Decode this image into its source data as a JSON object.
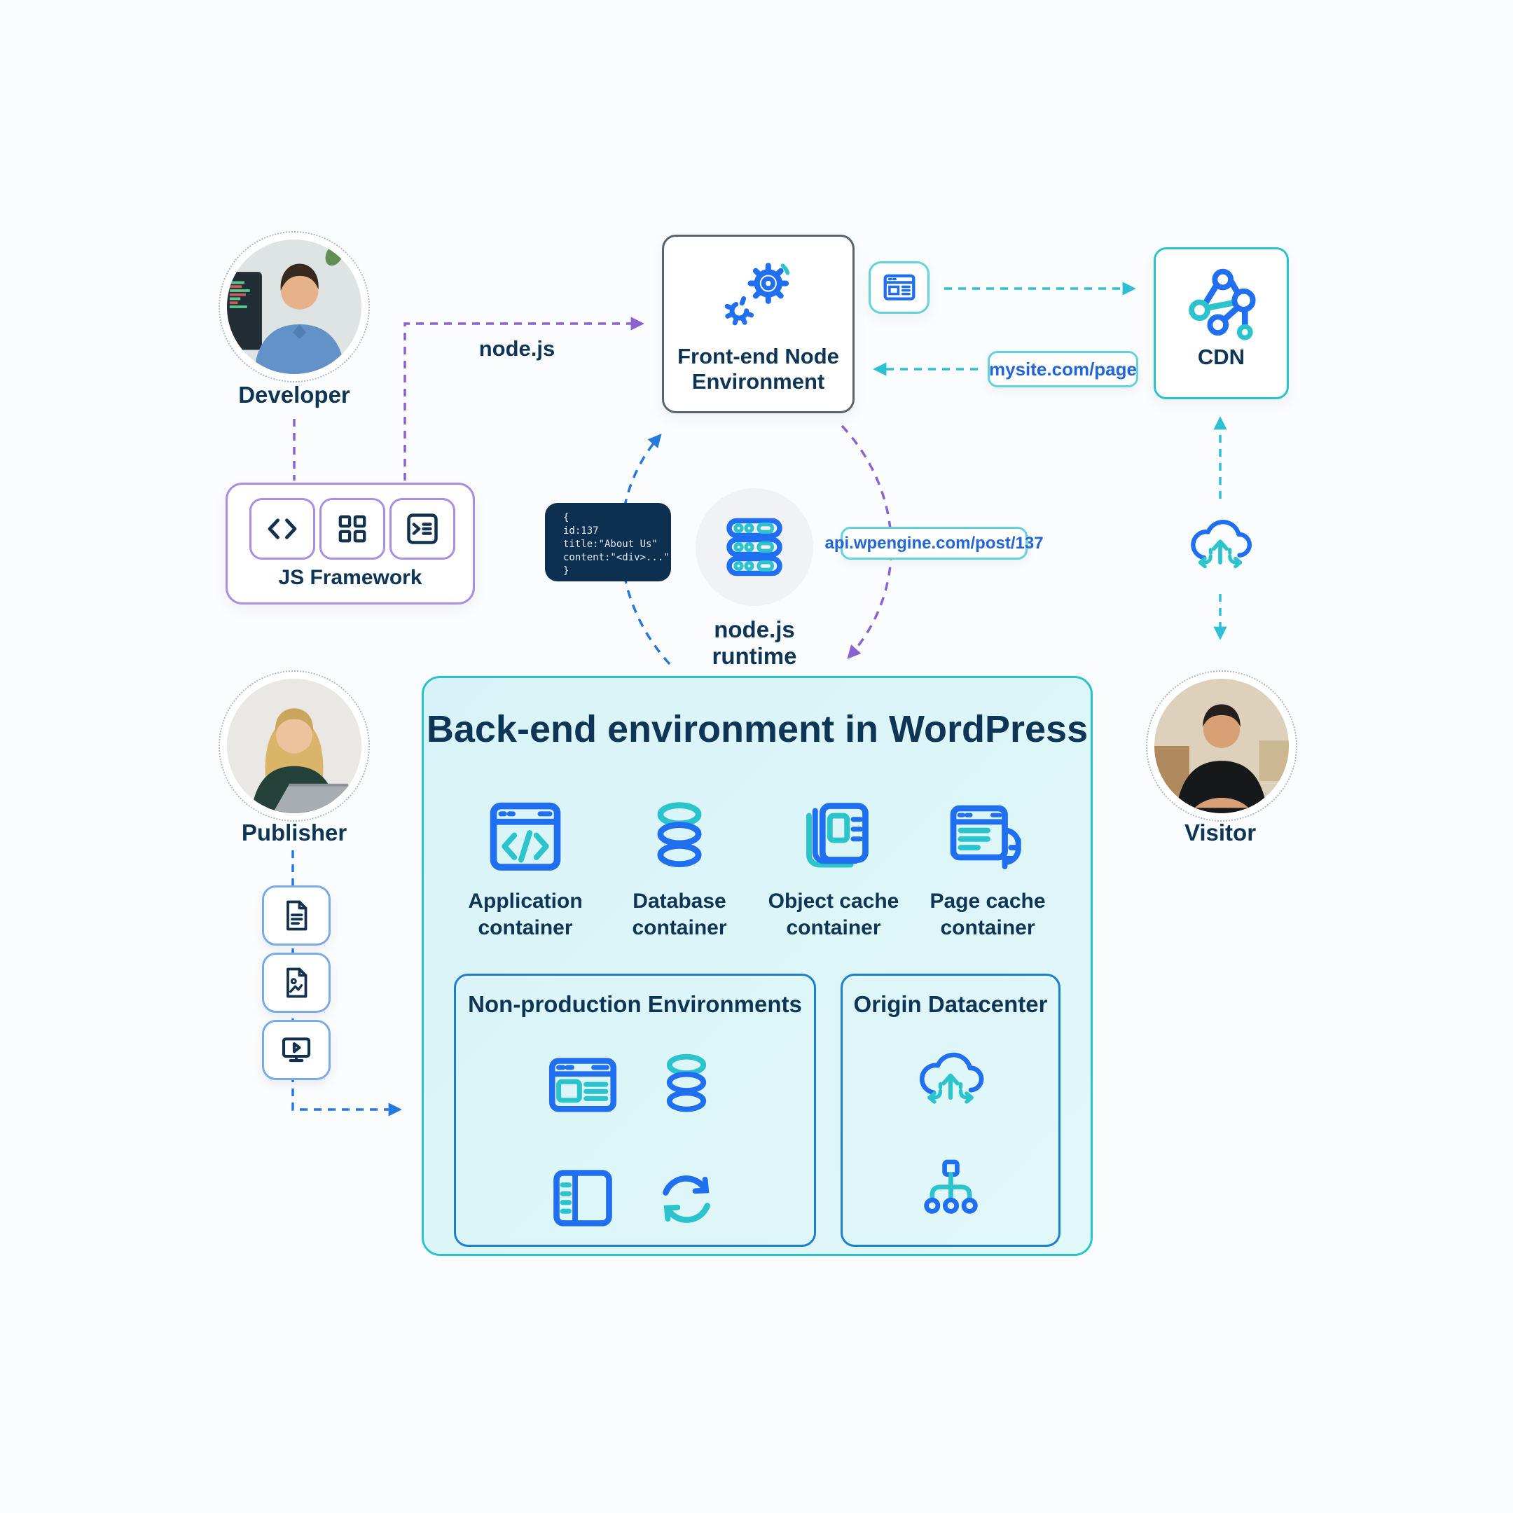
{
  "canvas": {
    "background": "#fbfcfd",
    "colors": {
      "navy": "#0e3456",
      "blue": "#1f6ff0",
      "teal": "#2cc4cc",
      "purple": "#8a63d2",
      "arrow_blue": "#2478e0",
      "arrow_teal": "#2fbfd4",
      "backend_fill": "#dcf4f7",
      "code_bg": "#0e3050",
      "pill_border": "#62d3dd",
      "pill_text": "#2166d9",
      "subbox_border": "#1d7fd4"
    }
  },
  "actors": {
    "developer": {
      "label": "Developer",
      "avatar": "developer-photo"
    },
    "publisher": {
      "label": "Publisher",
      "avatar": "publisher-photo"
    },
    "visitor": {
      "label": "Visitor",
      "avatar": "visitor-photo"
    }
  },
  "js_framework": {
    "label": "JS Framework",
    "icons": [
      "code-icon",
      "grid-icon",
      "terminal-icon"
    ]
  },
  "frontend": {
    "label_line1": "Front-end Node",
    "label_line2": "Environment",
    "icon": "gears-icon"
  },
  "browser_chip": {
    "icon": "browser-window-icon"
  },
  "cdn": {
    "label": "CDN",
    "icon": "network-nodes-icon"
  },
  "runtime": {
    "label_line1": "node.js",
    "label_line2": "runtime",
    "icon": "server-stack-icon"
  },
  "edge_labels": {
    "nodejs": "node.js",
    "mysite": "mysite.com/page",
    "api": "api.wpengine.com/post/137"
  },
  "code_snippet": {
    "lines": [
      "{",
      "id:137",
      "title:\"About Us\"",
      "content:\"<div>...\"",
      "}"
    ]
  },
  "backend": {
    "title": "Back-end environment in WordPress",
    "containers": [
      {
        "label": "Application container",
        "icon": "app-window-code-icon"
      },
      {
        "label": "Database container",
        "icon": "database-rings-icon"
      },
      {
        "label": "Object cache container",
        "icon": "stacked-cards-icon"
      },
      {
        "label": "Page cache container",
        "icon": "page-sync-icon"
      }
    ],
    "non_production": {
      "title": "Non-production Environments",
      "icons": [
        "browser-window-icon",
        "database-rings-icon",
        "split-panel-icon",
        "sync-arrows-icon"
      ]
    },
    "origin": {
      "title": "Origin Datacenter",
      "icons": [
        "cloud-distribution-icon",
        "hierarchy-icon"
      ]
    }
  },
  "publisher_assets": [
    "document-icon",
    "image-icon",
    "video-icon"
  ],
  "visitor_link_icon": "cloud-distribution-icon",
  "edges": [
    {
      "from": "developer",
      "to": "js-framework",
      "style": "purple-dashed"
    },
    {
      "from": "js-framework",
      "to": "frontend-node-environment",
      "label": "node.js",
      "style": "purple-dashed"
    },
    {
      "from": "frontend-node-environment",
      "to": "backend",
      "label": "api.wpengine.com/post/137",
      "style": "purple-dashed"
    },
    {
      "from": "backend",
      "to": "frontend-node-environment",
      "style": "blue-dashed"
    },
    {
      "from": "frontend-node-environment",
      "to": "cdn",
      "style": "teal-dashed"
    },
    {
      "from": "cdn",
      "to": "frontend-node-environment",
      "label": "mysite.com/page",
      "style": "teal-dashed"
    },
    {
      "from": "cdn",
      "to": "visitor",
      "style": "teal-dashed-bidirectional"
    },
    {
      "from": "publisher",
      "to": "backend",
      "style": "blue-dashed"
    }
  ]
}
